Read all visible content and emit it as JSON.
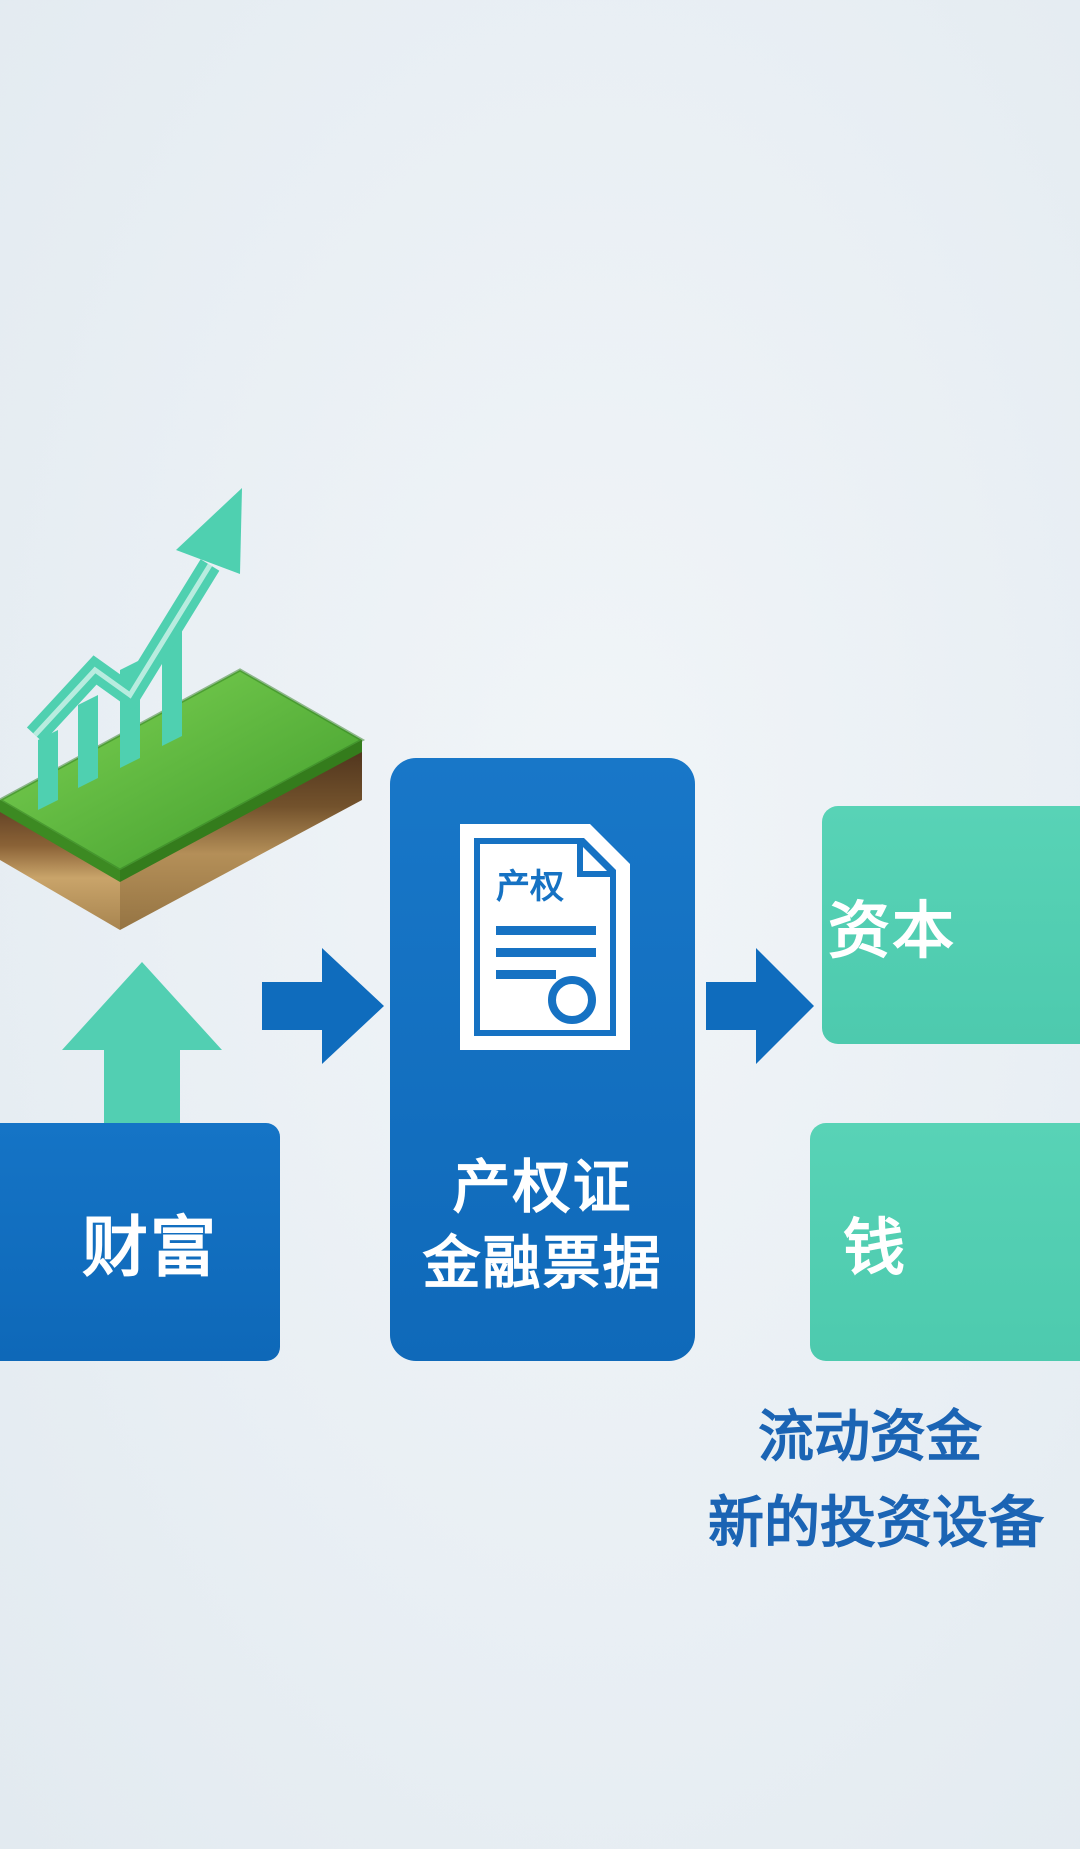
{
  "diagram": {
    "wealth_label": "财富",
    "certificate": {
      "doc_label": "产权",
      "line1": "产权证",
      "line2": "金融票据"
    },
    "capital_label": "资本",
    "money_label": "钱",
    "caption": {
      "line1": "流动资金",
      "line2": "新的投资设备"
    }
  },
  "colors": {
    "blue": "#0f6cbd",
    "teal": "#52cfb2",
    "caption_blue": "#1b64b4",
    "background": "#eaf0f4"
  },
  "icons": {
    "land": "land-growth-icon",
    "document": "document-certificate-icon",
    "arrow_up": "arrow-up-icon",
    "arrow_right": "arrow-right-icon"
  }
}
